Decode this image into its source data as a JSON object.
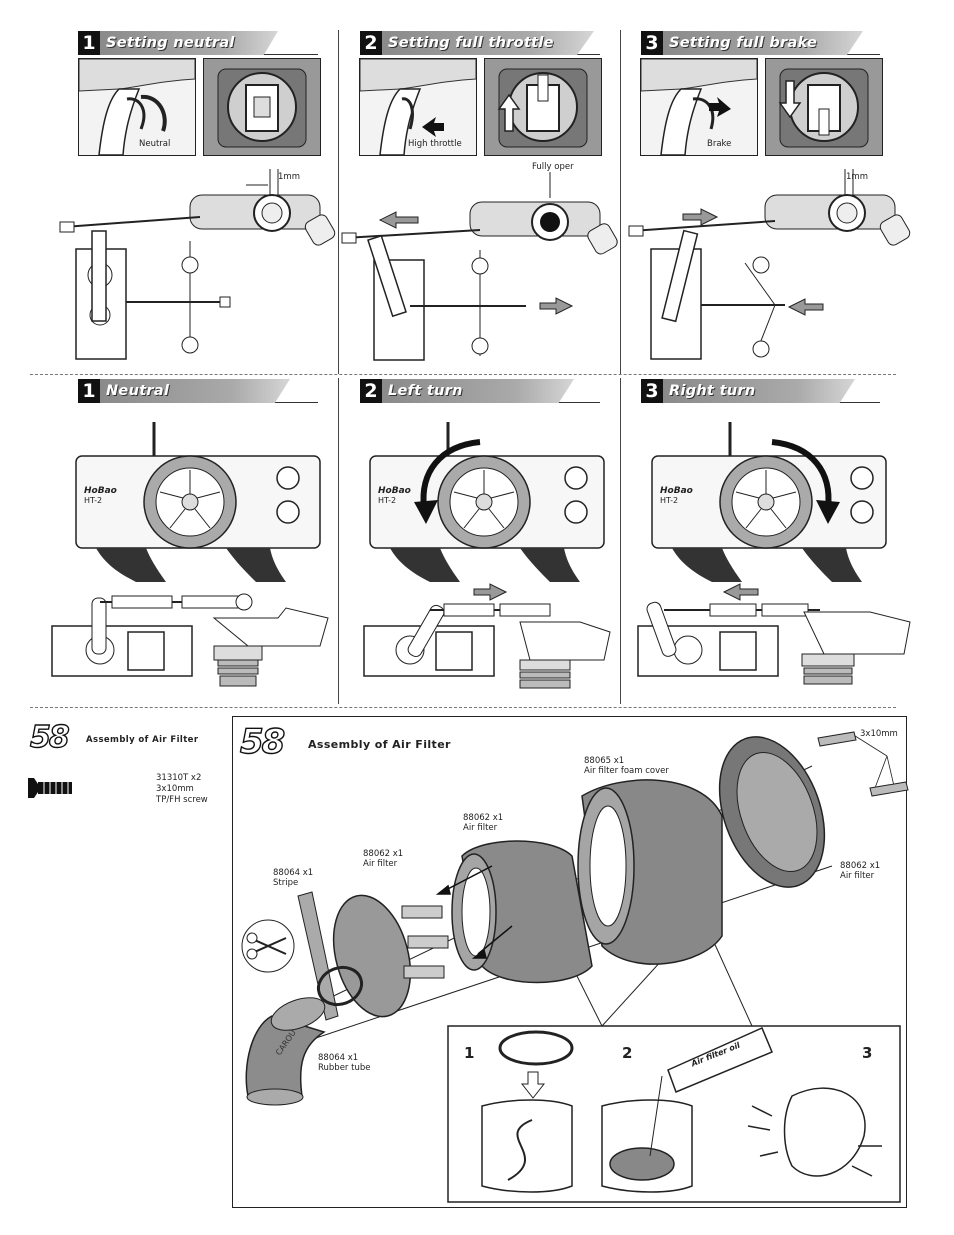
{
  "throttle_section": {
    "steps": [
      {
        "num": "1",
        "title": "Setting neutral",
        "photo_label": "Neutral",
        "gap_label": "1mm"
      },
      {
        "num": "2",
        "title": "Setting full throttle",
        "photo_label": "High throttle",
        "gap_label": "Fully oper"
      },
      {
        "num": "3",
        "title": "Setting full brake",
        "photo_label": "Brake",
        "gap_label": "1mm"
      }
    ]
  },
  "steering_section": {
    "steps": [
      {
        "num": "1",
        "title": "Neutral"
      },
      {
        "num": "2",
        "title": "Left turn"
      },
      {
        "num": "3",
        "title": "Right turn"
      }
    ]
  },
  "assembly_sidebar": {
    "step_badge": "58",
    "title": "Assembly of Air Filter",
    "part_number": "31310T  x2",
    "part_size": "3x10mm",
    "part_name": "TP/FH screw"
  },
  "assembly_main": {
    "step_badge": "58",
    "title": "Assembly of Air Filter",
    "parts": [
      {
        "line1": "88065  x1",
        "line2": "Air filter foam cover"
      },
      {
        "line1": "3x10mm",
        "line2": ""
      },
      {
        "line1": "88062  x1",
        "line2": "Air filter"
      },
      {
        "line1": "88062  x1",
        "line2": "Air filter"
      },
      {
        "line1": "88062  x1",
        "line2": "Air filter"
      },
      {
        "line1": "88064  x1",
        "line2": "Stripe"
      },
      {
        "line1": "88064  x1",
        "line2": "Rubber tube"
      }
    ],
    "oil_steps": [
      "1",
      "2",
      "3"
    ],
    "oil_bottle_label": "Air filter oil",
    "elbow_text": "CAROU"
  },
  "transmitter_brand": "HoBao",
  "transmitter_model": "HT-2",
  "colors": {
    "ink": "#111111",
    "header_grey": "#9a9a9a",
    "foam": "#8c8c8c",
    "paper": "#ffffff"
  }
}
